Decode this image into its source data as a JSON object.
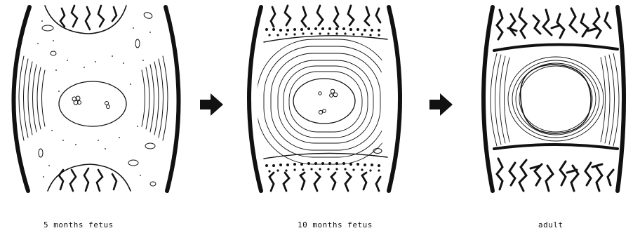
{
  "captions": {
    "fetus_5_months": "5 months fetus",
    "fetus_10_months": "10 months fetus",
    "adult": "adult"
  },
  "colors": {
    "ink": "#111111",
    "paper": "#ffffff"
  }
}
